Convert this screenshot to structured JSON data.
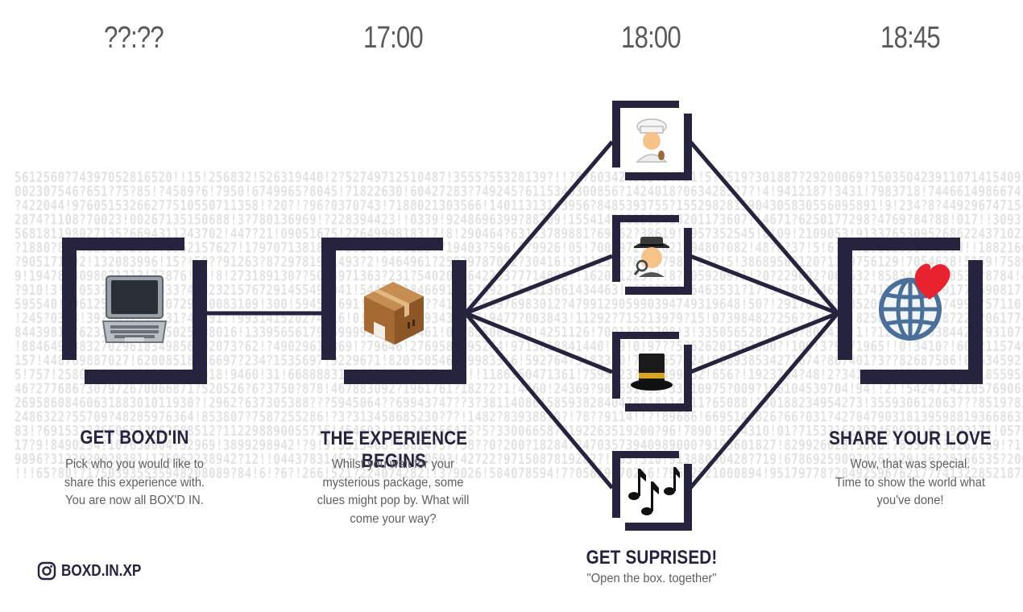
{
  "times": [
    "??:??",
    "17:00",
    "18:00",
    "18:45"
  ],
  "steps": [
    {
      "title": "GET BOXD'IN",
      "lines": [
        "Pick who you would like to",
        "share this experience with.",
        "You are now all BOX'D IN."
      ],
      "icon": "laptop-icon"
    },
    {
      "title": "THE EXPERIENCE BEGINS",
      "lines": [
        "Whilst you wait for your",
        "mysterious package, some",
        "clues might pop by. What will",
        "come your way?"
      ],
      "icon": "package-icon"
    },
    {
      "title": "GET SUPRISED!",
      "lines": [
        "\"Open the box. together\""
      ],
      "icons": [
        "cook-icon",
        "detective-icon",
        "top-hat-icon",
        "music-notes-icon"
      ]
    },
    {
      "title": "SHARE YOUR LOVE",
      "lines": [
        "Wow, that was special.",
        "Time to show the world what",
        "you've done!"
      ],
      "icon": "globe-heart-icon"
    }
  ],
  "social": {
    "handle": "BOXD.IN.XP",
    "icon": "instagram-icon"
  },
  "colors": {
    "navy": "#26233f",
    "time_gray": "#5a5a5a",
    "body_gray": "#5e5e5e",
    "pattern": "#e2e2e2"
  }
}
